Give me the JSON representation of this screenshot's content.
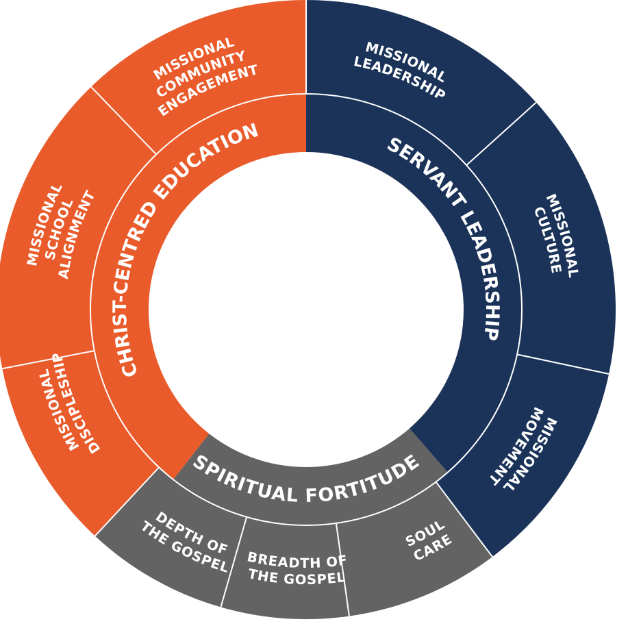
{
  "colors": {
    "orange": "#e95b2b",
    "navy": "#1b3359",
    "gray": "#636363",
    "divider": "#ffffff",
    "background": "#ffffff"
  },
  "pillars": [
    {
      "label": "CHRIST-CENTRED EDUCATION",
      "color": "#e95b2b",
      "outcomes": [
        [
          "MISSIONAL",
          "DISCIPLESHIP"
        ],
        [
          "MISSIONAL",
          "SCHOOL",
          "ALIGNMENT"
        ],
        [
          "MISSIONAL",
          "COMMUNITY",
          "ENGAGEMENT"
        ]
      ]
    },
    {
      "label": "SERVANT LEADERSHIP",
      "color": "#1b3359",
      "outcomes": [
        [
          "MISSIONAL",
          "LEADERSHIP"
        ],
        [
          "MISSIONAL",
          "CULTURE"
        ],
        [
          "MISSIONAL",
          "MOVEMENT"
        ]
      ]
    },
    {
      "label": "SPIRITUAL FORTITUDE",
      "color": "#636363",
      "outcomes": [
        [
          "SOUL",
          "CARE"
        ],
        [
          "BREADTH OF",
          "THE GOSPEL"
        ],
        [
          "DEPTH OF",
          "THE GOSPEL"
        ]
      ]
    }
  ]
}
